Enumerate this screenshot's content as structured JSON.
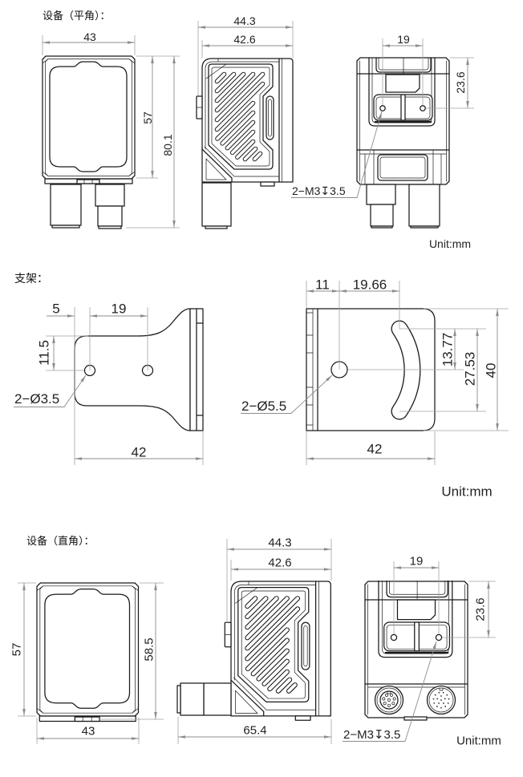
{
  "flat_mount": {
    "title": "设备（平角）：",
    "front_view": {
      "width": "43",
      "body_height": "57",
      "total_height": "80.1"
    },
    "side_view": {
      "overall_depth": "44.3",
      "body_depth": "42.6"
    },
    "back_view": {
      "hole_spacing": "19",
      "hole_height": "23.6",
      "thread_note": "2−M3↧3.5"
    },
    "unit": "Unit:mm"
  },
  "bracket": {
    "title": "支架：",
    "side_view": {
      "edge_offset": "5",
      "hole_spacing": "19",
      "hole_height": "11.5",
      "hole_note": "2−Ø3.5",
      "length": "42"
    },
    "front_view": {
      "hole_offset": "11",
      "slot_offset": "19.66",
      "slot_half_span": "13.77",
      "slot_span": "27.53",
      "height": "40",
      "hole_note": "2−Ø5.5",
      "width": "42"
    },
    "unit": "Unit:mm"
  },
  "right_angle_mount": {
    "title": "设备（直角）：",
    "front_view": {
      "body_height": "57",
      "total_height": "58.5",
      "width": "43"
    },
    "side_view": {
      "overall_depth": "44.3",
      "body_depth": "42.6",
      "total_length": "65.4"
    },
    "back_view": {
      "hole_spacing": "19",
      "hole_height": "23.6",
      "thread_note": "2−M3↧3.5"
    },
    "unit": "Unit:mm"
  },
  "colors": {
    "outline": "#1a1a1a",
    "dimension": "#8c8c8c",
    "text": "#222222",
    "background": "#ffffff"
  }
}
